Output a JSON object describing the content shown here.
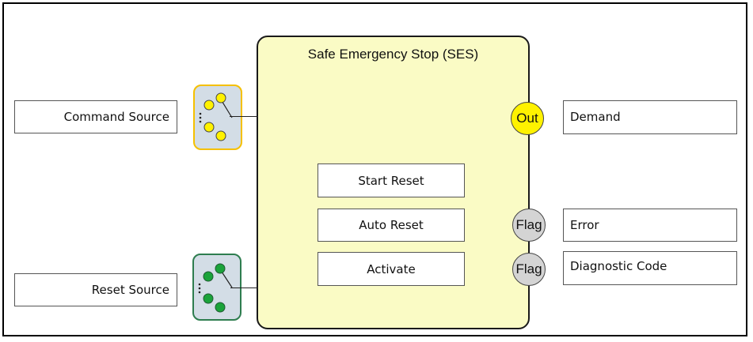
{
  "function_block": {
    "title": "Safe Emergency Stop (SES)",
    "fill": "#fafbc5"
  },
  "inputs": {
    "command_source": {
      "label": "Command Source",
      "color": "#f5c000",
      "dot_color": "#fff200"
    },
    "reset_source": {
      "label": "Reset Source",
      "color": "#2e7d4f",
      "dot_color": "#1aa33a"
    }
  },
  "internal_params": [
    "Start Reset",
    "Auto Reset",
    "Activate"
  ],
  "outputs": {
    "demand": {
      "port": "Out",
      "label": "Demand",
      "port_color": "#fff200"
    },
    "error": {
      "port": "Flag",
      "label": "Error",
      "port_color": "#d4d4d4"
    },
    "diagnostic_code": {
      "port": "Flag",
      "label": "Diagnostic Code",
      "port_color": "#d4d4d4"
    }
  }
}
